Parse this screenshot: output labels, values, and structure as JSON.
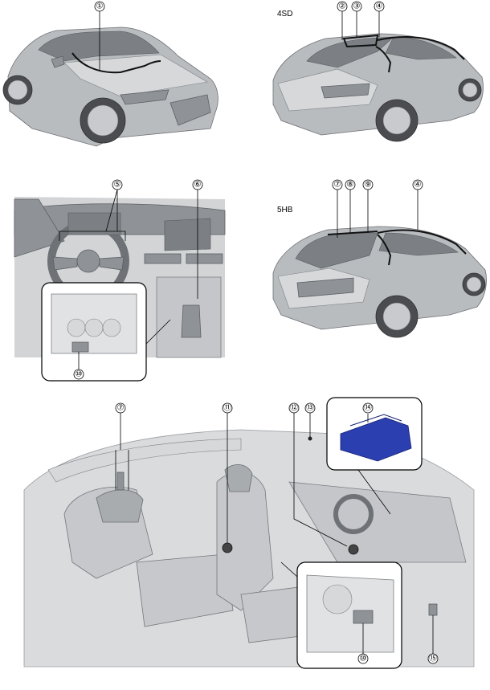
{
  "variant_labels": {
    "sedan": "4SD",
    "hatchback": "5HB"
  },
  "callouts": {
    "c1": "①",
    "c2": "②",
    "c3": "③",
    "c4a": "④",
    "c4b": "④",
    "c5": "⑤",
    "c6": "⑥",
    "c7a": "⑦",
    "c7b": "⑦",
    "c8": "⑧",
    "c9": "⑨",
    "c10a": "⑩",
    "c10b": "⑩",
    "c11": "⑪",
    "c12": "⑫",
    "c13": "⑬",
    "c14": "⑭",
    "c15": "⑮"
  },
  "colors": {
    "module_highlight": "#2b3fb0",
    "harness": "#111111"
  }
}
